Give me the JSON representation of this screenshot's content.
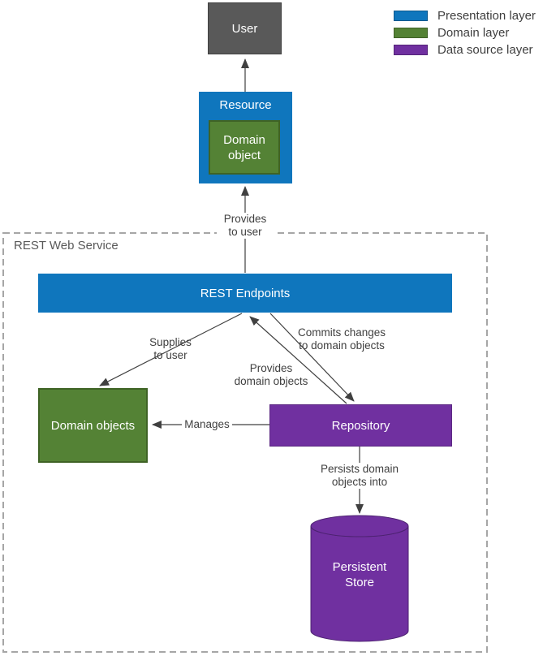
{
  "diagram": {
    "container_title": "REST Web Service",
    "nodes": {
      "user": "User",
      "resource": "Resource",
      "domain_object": "Domain object",
      "rest_endpoints": "REST Endpoints",
      "domain_objects": "Domain objects",
      "repository": "Repository",
      "persistent_store": "Persistent Store"
    },
    "connectors": {
      "provides_to_user": "Provides\nto user",
      "supplies_to_user": "Supplies\nto user",
      "commits_changes": "Commits changes\nto domain objects",
      "provides_domain_objects": "Provides\ndomain objects",
      "manages": "Manages",
      "persists": "Persists domain\nobjects into"
    }
  },
  "legend": {
    "items": [
      {
        "label": "Presentation layer",
        "color": "#0f76bd"
      },
      {
        "label": "Domain layer",
        "color": "#548235"
      },
      {
        "label": "Data source layer",
        "color": "#7030a0"
      }
    ]
  },
  "colors": {
    "presentation_layer": "#0f76bd",
    "domain_layer": "#548235",
    "data_source_layer": "#7030a0",
    "user_node": "#595959",
    "connector_line": "#404040",
    "dashed_container_border": "#a6a6a6",
    "node_text": "#ffffff",
    "label_text": "#404040"
  }
}
